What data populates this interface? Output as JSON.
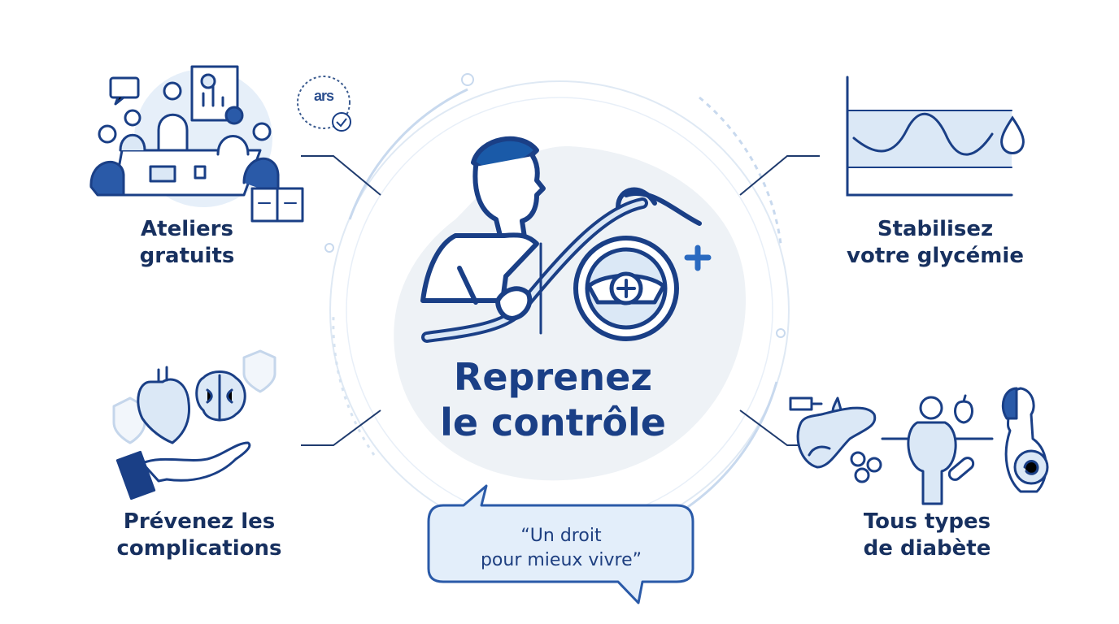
{
  "title": {
    "line1": "Reprenez",
    "line2": "le contrôle"
  },
  "quote": {
    "line1": "“Un droit",
    "line2": "pour mieux vivre”"
  },
  "features": {
    "workshops": {
      "line1": "Ateliers",
      "line2": "gratuits"
    },
    "glycemia": {
      "line1": "Stabilisez",
      "line2": "votre glycémie"
    },
    "complications": {
      "line1": "Prévenez les",
      "line2": "complications"
    },
    "diabetes": {
      "line1": "Tous types",
      "line2": "de diabète"
    }
  },
  "badge": {
    "text": "ars"
  },
  "colors": {
    "navy": "#1a3f86",
    "blue": "#2a5aa8",
    "light_blue": "#d6e6f5",
    "pale_blue": "#eaf2fa",
    "text_dark": "#17305f",
    "badge_green": "#7fb241"
  },
  "icons": {
    "center": "person-steering-wheel-icon",
    "workshops": "team-meeting-icon",
    "glycemia": "glucose-curve-icon",
    "complications": "hand-heart-brain-icon",
    "diabetes": "pancreas-body-pregnancy-icon"
  }
}
